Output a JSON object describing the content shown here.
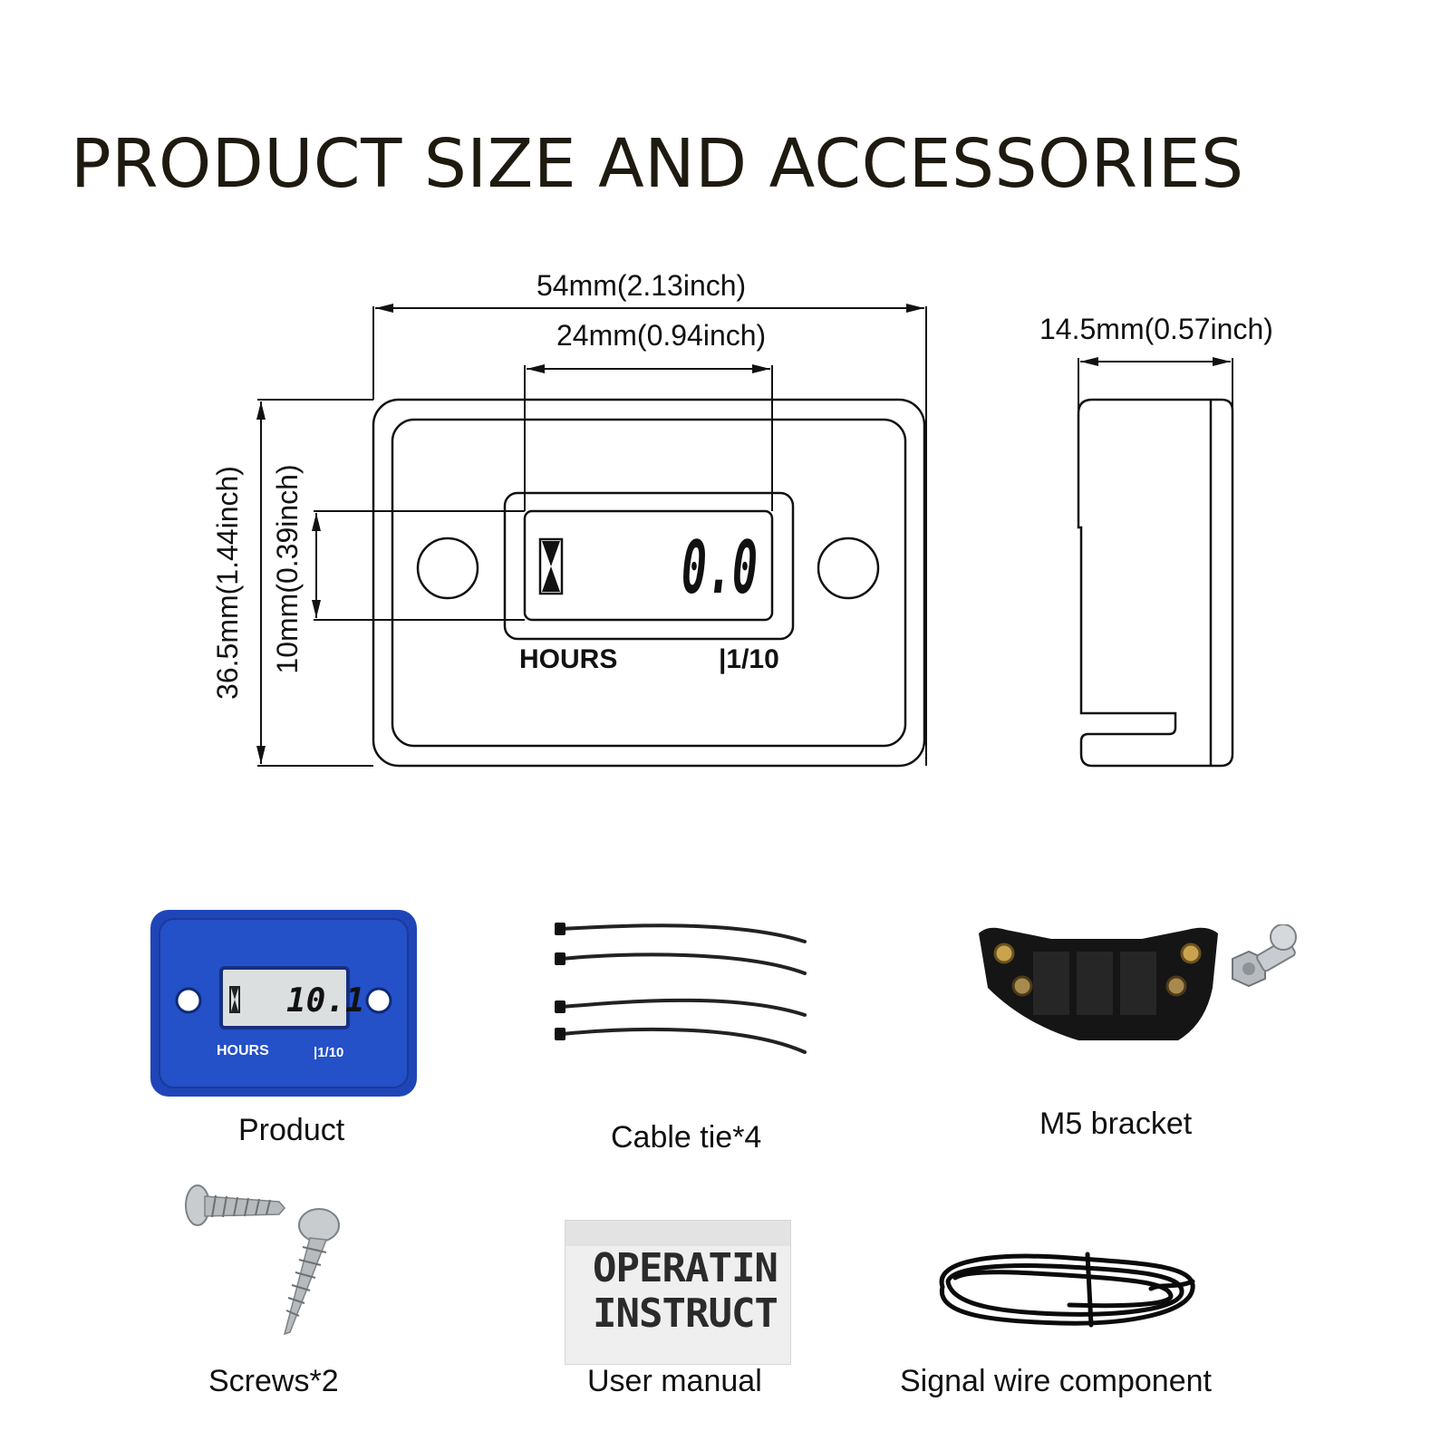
{
  "title": "PRODUCT SIZE AND ACCESSORIES",
  "dimensions": {
    "width_total": "54mm(2.13inch)",
    "display_width": "24mm(0.94inch)",
    "depth": "14.5mm(0.57inch)",
    "height_total": "36.5mm(1.44inch)",
    "display_height": "10mm(0.39inch)"
  },
  "drawing": {
    "display_value": "0.0",
    "label_left": "HOURS",
    "label_right": "|1/10"
  },
  "product_photo": {
    "display_value": "10.1",
    "label_left": "HOURS",
    "label_right": "|1/10",
    "body_color": "#1f45b8"
  },
  "manual_photo": {
    "line1": "OPERATIN",
    "line2": "INSTRUCT"
  },
  "accessories": [
    {
      "label": "Product"
    },
    {
      "label": "Cable tie*4"
    },
    {
      "label": "M5 bracket"
    },
    {
      "label": "Screws*2"
    },
    {
      "label": "User manual"
    },
    {
      "label": "Signal wire component"
    }
  ]
}
